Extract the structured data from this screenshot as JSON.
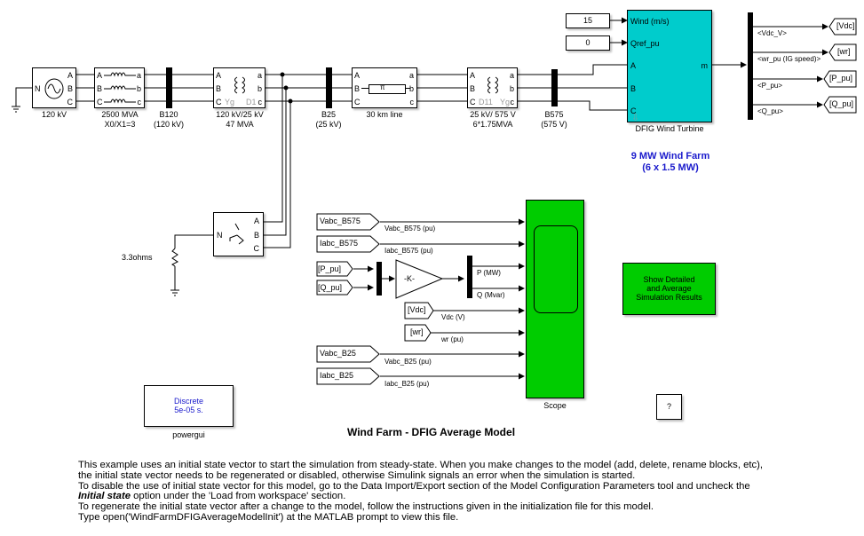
{
  "diagram_title": "Wind Farm - DFIG  Average Model",
  "farm_annotation": {
    "line1": "9 MW Wind Farm",
    "line2": "(6 x 1.5 MW)"
  },
  "blocks": {
    "source": {
      "label": "120 kV",
      "ports": {
        "n": "N",
        "a": "A",
        "b": "B",
        "c": "C"
      }
    },
    "grid_xfmr": {
      "label1": "2500 MVA",
      "label2": "X0/X1=3",
      "ports_in": [
        "A",
        "B",
        "C"
      ],
      "ports_out": [
        "a",
        "b",
        "c"
      ]
    },
    "b120": {
      "label1": "B120",
      "label2": "(120 kV)"
    },
    "xfmr_120_25": {
      "label1": "120 kV/25 kV",
      "label2": "47 MVA",
      "ports_in": [
        "A",
        "B",
        "C"
      ],
      "ports_out": [
        "a",
        "b",
        "c"
      ],
      "wind1": "Yg",
      "wind2": "D1"
    },
    "b25": {
      "label1": "B25",
      "label2": "(25 kV)"
    },
    "line": {
      "label": "30 km line",
      "ports_in": [
        "A",
        "B",
        "C"
      ],
      "ports_out": [
        "a",
        "b",
        "c"
      ],
      "symbol": "π"
    },
    "xfmr_25_575": {
      "label1": "25 kV/ 575 V",
      "label2": "6*1.75MVA",
      "ports_in": [
        "A",
        "B",
        "C"
      ],
      "ports_out": [
        "a",
        "b",
        "c"
      ],
      "wind1": "D11",
      "wind2": "Yg"
    },
    "b575": {
      "label1": "B575",
      "label2": "(575 V)"
    },
    "wind_const": {
      "value": "15"
    },
    "qref_const": {
      "value": "0"
    },
    "dfig": {
      "label": "DFIG Wind Turbine",
      "color": "#00cccc",
      "ports_in": [
        "Wind (m/s)",
        "Qref_pu",
        "A",
        "B",
        "C"
      ],
      "port_out": "m"
    },
    "grounding_xfmr": {
      "ports": {
        "n": "N",
        "a": "A",
        "b": "B",
        "c": "C"
      }
    },
    "resistor": {
      "label": "3.3ohms"
    },
    "gain": {
      "value": "-K-"
    },
    "scope": {
      "label": "Scope",
      "color": "#00cc00"
    },
    "show_results": {
      "line1": "Show Detailed",
      "line2": "and Average",
      "line3": "Simulation Results",
      "color": "#00cc00"
    },
    "help": {
      "label": "?"
    },
    "powergui": {
      "line1": "Discrete",
      "line2": "5e-05 s.",
      "label": "powergui"
    }
  },
  "demux_signals": [
    "<Vdc_V>",
    "<wr_pu (IG speed)>",
    "<P_pu>",
    "<Q_pu>"
  ],
  "goto_tags": [
    "[Vdc]",
    "[wr]",
    "[P_pu]",
    "[Q_pu]"
  ],
  "from_tags": {
    "vabc_b575": "Vabc_B575",
    "iabc_b575": "Iabc_B575",
    "p_pu": "[P_pu]",
    "q_pu": "[Q_pu]",
    "vdc": "[Vdc]",
    "wr": "[wr]",
    "vabc_b25": "Vabc_B25",
    "iabc_b25": "Iabc_B25"
  },
  "scope_signals": [
    "Vabc_B575 (pu)",
    "Iabc_B575 (pu)",
    "P (MW)",
    "Q (Mvar)",
    "Vdc (V)",
    "wr (pu)",
    "Vabc_B25 (pu)",
    "Iabc_B25 (pu)"
  ],
  "description": {
    "line1": "This example uses an initial state vector to start the simulation from steady-state. When you make changes to the model (add, delete, rename blocks, etc),",
    "line2": "the initial state vector needs to be regenerated or disabled, otherwise Simulink signals an error when the simulation is started.",
    "line3": "To disable the use of initial state vector for this model, go to the Data Import/Export section of the Model Configuration Parameters tool and uncheck the",
    "line4_bold": "Initial state",
    "line4_rest": " option under the 'Load from workspace' section.",
    "line5": "To regenerate the initial state vector after a change to the model, follow the instructions given in the initialization file for this model.",
    "line6": "Type open('WindFarmDFIGAverageModelInit') at the MATLAB prompt to view this file."
  }
}
